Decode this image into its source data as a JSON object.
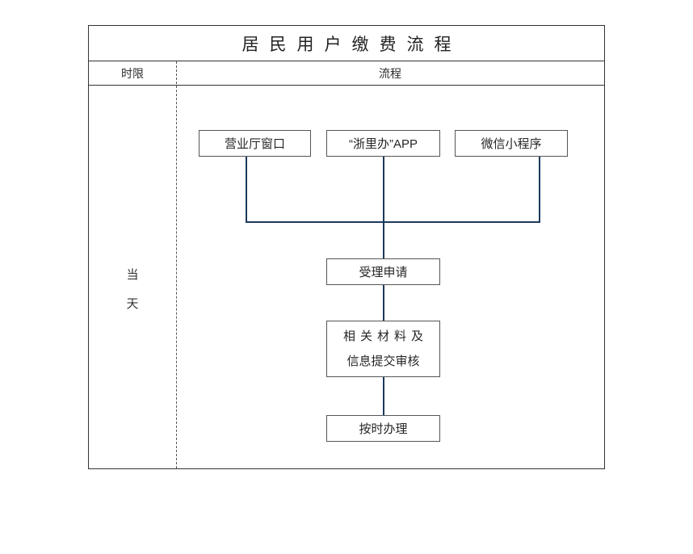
{
  "document": {
    "title": "居民用户缴费流程"
  },
  "table": {
    "headers": {
      "time_limit": "时限",
      "process": "流程"
    },
    "time_limit_value_lines": [
      "当",
      "天"
    ]
  },
  "flow": {
    "entry_nodes": [
      {
        "label": "营业厅窗口"
      },
      {
        "label": "“浙里办”APP"
      },
      {
        "label": "微信小程序"
      }
    ],
    "steps": [
      {
        "label": "受理申请"
      },
      {
        "line1": "相关材料及",
        "line2": "信息提交审核"
      },
      {
        "label": "按时办理"
      }
    ]
  },
  "colors": {
    "connector": "#1b3a5c",
    "border": "#333333",
    "node_border": "#555555",
    "text": "#262626",
    "background": "#ffffff"
  }
}
